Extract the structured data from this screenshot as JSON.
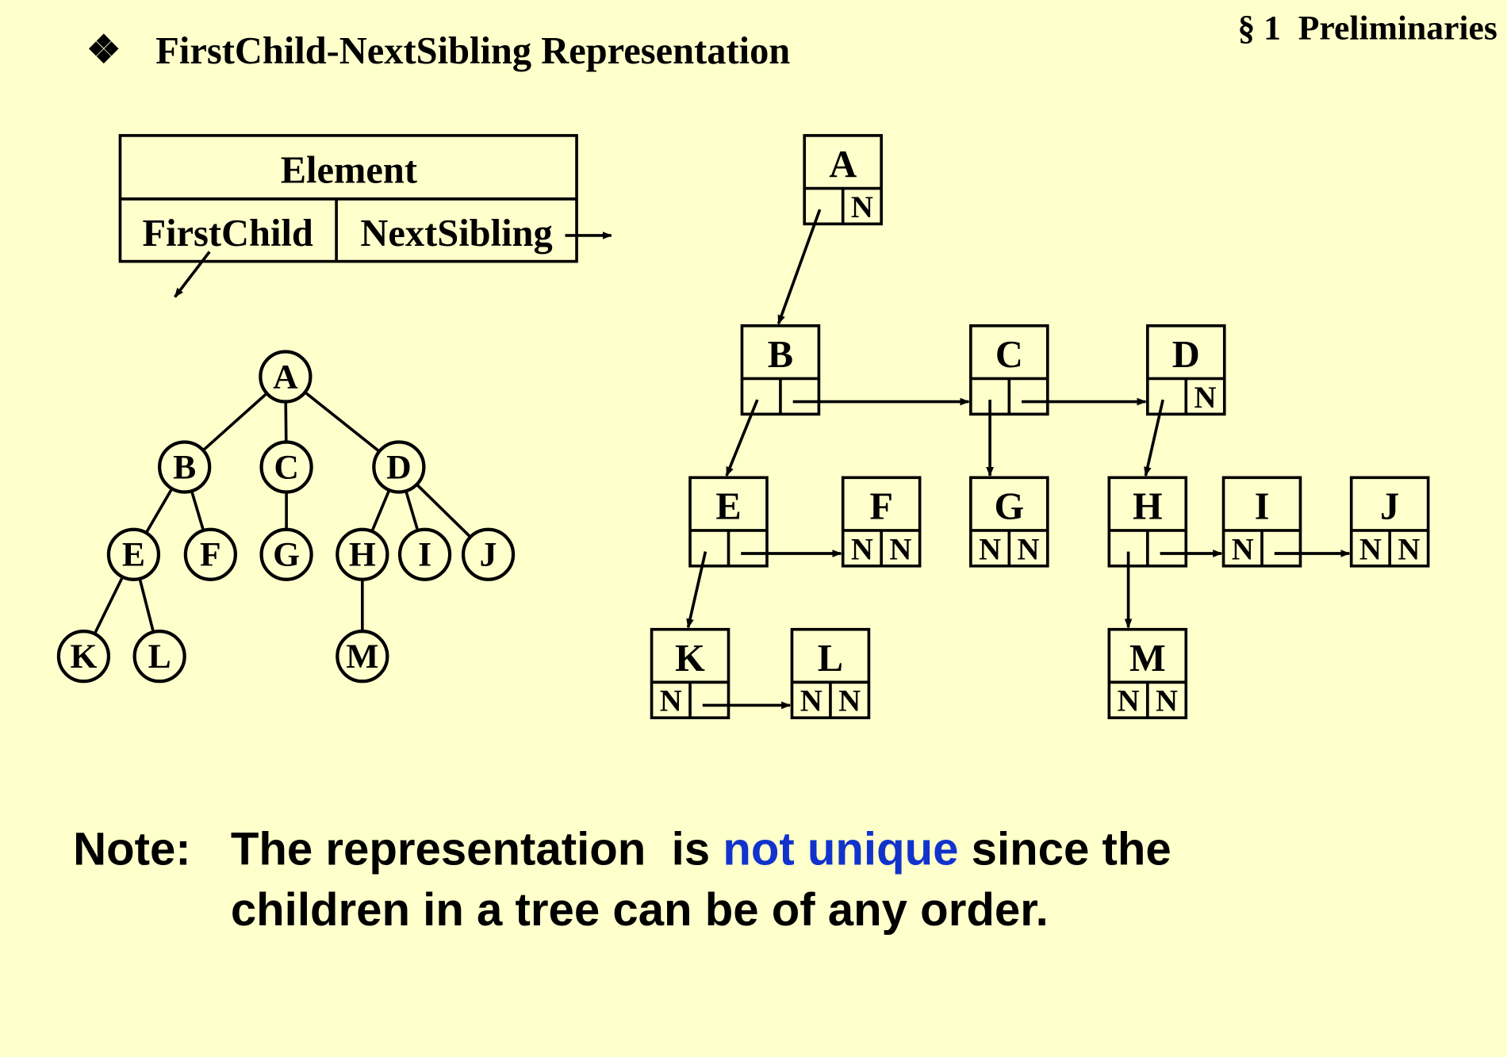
{
  "header": {
    "bullet": "❖",
    "title": "FirstChild-NextSibling Representation",
    "section": "§ 1  Preliminaries"
  },
  "legend": {
    "element": "Element",
    "first_child": "FirstChild",
    "next_sibling": "NextSibling"
  },
  "null_marker": "N",
  "tree": {
    "nodes": [
      "A",
      "B",
      "C",
      "D",
      "E",
      "F",
      "G",
      "H",
      "I",
      "J",
      "K",
      "L",
      "M"
    ],
    "edges": [
      [
        "A",
        "B"
      ],
      [
        "A",
        "C"
      ],
      [
        "A",
        "D"
      ],
      [
        "B",
        "E"
      ],
      [
        "B",
        "F"
      ],
      [
        "C",
        "G"
      ],
      [
        "D",
        "H"
      ],
      [
        "D",
        "I"
      ],
      [
        "D",
        "J"
      ],
      [
        "E",
        "K"
      ],
      [
        "E",
        "L"
      ],
      [
        "H",
        "M"
      ]
    ]
  },
  "fcns": [
    {
      "label": "A",
      "first_child": "B",
      "next_sibling": null
    },
    {
      "label": "B",
      "first_child": "E",
      "next_sibling": "C"
    },
    {
      "label": "C",
      "first_child": "G",
      "next_sibling": "D"
    },
    {
      "label": "D",
      "first_child": "H",
      "next_sibling": null
    },
    {
      "label": "E",
      "first_child": "K",
      "next_sibling": "F"
    },
    {
      "label": "F",
      "first_child": null,
      "next_sibling": null
    },
    {
      "label": "G",
      "first_child": null,
      "next_sibling": null
    },
    {
      "label": "H",
      "first_child": "M",
      "next_sibling": "I"
    },
    {
      "label": "I",
      "first_child": null,
      "next_sibling": "J"
    },
    {
      "label": "J",
      "first_child": null,
      "next_sibling": null
    },
    {
      "label": "K",
      "first_child": null,
      "next_sibling": "L"
    },
    {
      "label": "L",
      "first_child": null,
      "next_sibling": null
    },
    {
      "label": "M",
      "first_child": null,
      "next_sibling": null
    }
  ],
  "note": {
    "label": "Note:",
    "text_before": "The representation  is ",
    "highlight": "not unique",
    "text_after": " since the",
    "line2": "children in a tree can be of any order.",
    "highlight_color": "#1133CC"
  }
}
